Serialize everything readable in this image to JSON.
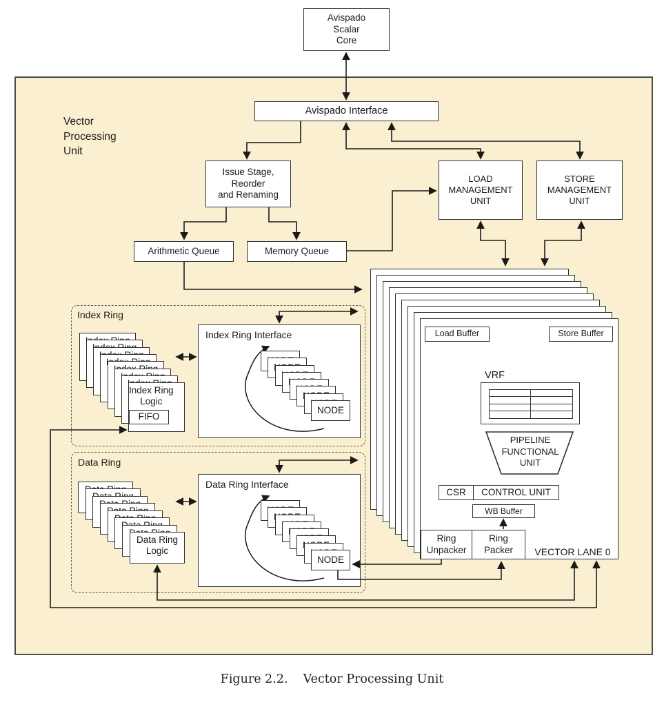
{
  "caption": {
    "label": "Figure 2.2.",
    "title": "Vector Processing Unit"
  },
  "scalar_core": {
    "label": "Avispado\nScalar\nCore"
  },
  "vpu": {
    "label": "Vector\nProcessing\nUnit"
  },
  "avispado_interface": {
    "label": "Avispado Interface"
  },
  "issue_stage": {
    "label": "Issue Stage,\nReorder\nand Renaming"
  },
  "load_mgmt": {
    "label": "LOAD\nMANAGEMENT\nUNIT"
  },
  "store_mgmt": {
    "label": "STORE\nMANAGEMENT\nUNIT"
  },
  "arithmetic_queue": {
    "label": "Arithmetic Queue"
  },
  "memory_queue": {
    "label": "Memory Queue"
  },
  "index_ring": {
    "title": "Index Ring",
    "interface_label": "Index Ring Interface",
    "logic_label": "Index Ring\nLogic",
    "fifo_label": "FIFO",
    "node_label": "NODE",
    "stack_count": 8,
    "node_count": 8
  },
  "data_ring": {
    "title": "Data Ring",
    "interface_label": "Data Ring Interface",
    "logic_label": "Data Ring\nLogic",
    "node_label": "NODE",
    "stack_count": 8,
    "node_count": 8
  },
  "vector_lane": {
    "label": "VECTOR LANE 0",
    "lane_count": 9,
    "load_buffer": "Load Buffer",
    "store_buffer": "Store Buffer",
    "vrf": "VRF",
    "pipeline_unit": "PIPELINE\nFUNCTIONAL\nUNIT",
    "csr": "CSR",
    "control_unit": "CONTROL UNIT",
    "wb_buffer": "WB Buffer",
    "ring_unpacker": "Ring\nUnpacker",
    "ring_packer": "Ring\nPacker"
  },
  "colors": {
    "background": "#faf0d1",
    "box_fill": "#ffffff",
    "line": "#1a1a1a",
    "border": "#2f2f2f"
  }
}
